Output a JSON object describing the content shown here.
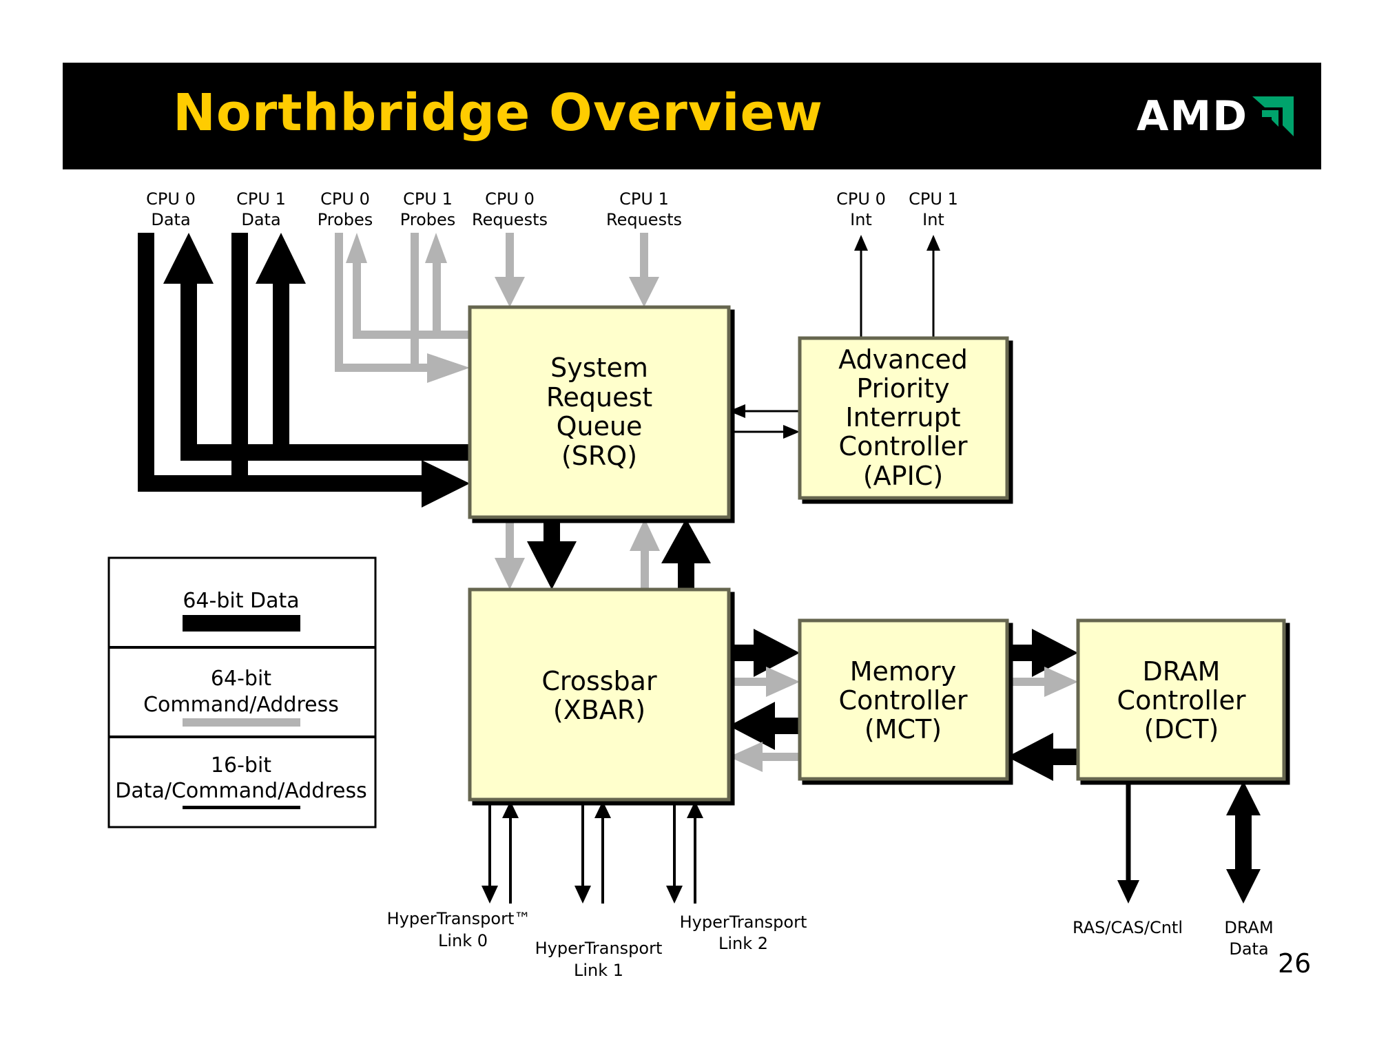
{
  "header": {
    "title": "Northbridge Overview",
    "logo_text": "AMD",
    "title_color": "#ffcc00",
    "logo_mark_color": "#00a36c"
  },
  "colors": {
    "block_fill": "#ffffcc",
    "block_border": "#666650",
    "data_path": "#000000",
    "command_path": "#b3b3b3"
  },
  "top_labels": [
    {
      "line1": "CPU 0",
      "line2": "Data"
    },
    {
      "line1": "CPU 1",
      "line2": "Data"
    },
    {
      "line1": "CPU 0",
      "line2": "Probes"
    },
    {
      "line1": "CPU 1",
      "line2": "Probes"
    },
    {
      "line1": "CPU 0",
      "line2": "Requests"
    },
    {
      "line1": "CPU 1",
      "line2": "Requests"
    },
    {
      "line1": "CPU 0",
      "line2": "Int"
    },
    {
      "line1": "CPU 1",
      "line2": "Int"
    }
  ],
  "blocks": {
    "srq": {
      "lines": [
        "System",
        "Request",
        "Queue",
        "(SRQ)"
      ]
    },
    "apic": {
      "lines": [
        "Advanced",
        "Priority",
        "Interrupt",
        "Controller",
        "(APIC)"
      ]
    },
    "xbar": {
      "lines": [
        "Crossbar",
        "(XBAR)"
      ]
    },
    "mct": {
      "lines": [
        "Memory",
        "Controller",
        "(MCT)"
      ]
    },
    "dct": {
      "lines": [
        "DRAM",
        "Controller",
        "(DCT)"
      ]
    }
  },
  "legend": {
    "items": [
      {
        "line1": "64-bit Data",
        "line2": "",
        "style": "64-bit data (thick black)"
      },
      {
        "line1": "64-bit",
        "line2": "Command/Address",
        "style": "64-bit command/address (thick gray)"
      },
      {
        "line1": "16-bit",
        "line2": "Data/Command/Address",
        "style": "16-bit (thin black)"
      }
    ]
  },
  "bottom_labels": {
    "ht0": {
      "line1": "HyperTransport™",
      "line2": "Link 0"
    },
    "ht1": {
      "line1": "HyperTransport",
      "line2": "Link 1"
    },
    "ht2": {
      "line1": "HyperTransport",
      "line2": "Link 2"
    },
    "ras": {
      "line1": "RAS/CAS/Cntl"
    },
    "dram": {
      "line1": "DRAM",
      "line2": "Data"
    }
  },
  "page_number": "26"
}
